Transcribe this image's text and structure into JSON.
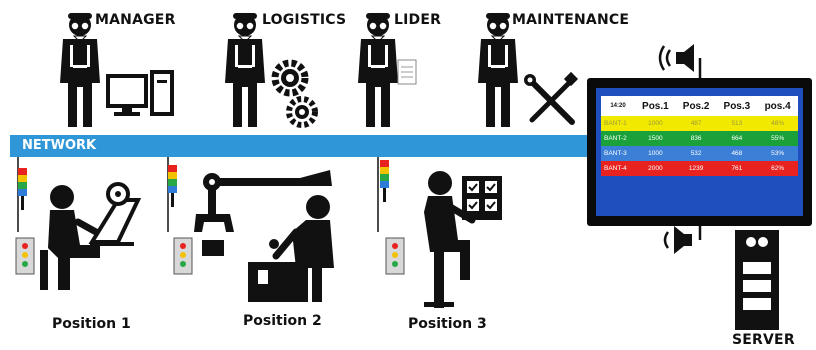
{
  "roles": {
    "manager": "MANAGER",
    "logistics": "LOGISTICS",
    "lider": "LIDER",
    "maintenance": "MAINTENANCE"
  },
  "network_label": "NETWORK",
  "positions": [
    "Position 1",
    "Position 2",
    "Position 3"
  ],
  "server_label": "SERVER",
  "display": {
    "corner": "14:20",
    "headers": [
      "Pos.1",
      "Pos.2",
      "Pos.3",
      "pos.4"
    ],
    "rows": [
      {
        "label": "BANT-1",
        "values": [
          "1000",
          "487",
          "513",
          "48%"
        ],
        "color": "#f2e900",
        "text_color": "#9a9a40"
      },
      {
        "label": "BANT-2",
        "values": [
          "1500",
          "836",
          "664",
          "55%"
        ],
        "color": "#1aa13a",
        "text_color": "#ffffff"
      },
      {
        "label": "BANT-3",
        "values": [
          "1000",
          "532",
          "468",
          "53%"
        ],
        "color": "#3b7fd6",
        "text_color": "#ffffff"
      },
      {
        "label": "BANT-4",
        "values": [
          "2000",
          "1239",
          "761",
          "62%"
        ],
        "color": "#e8231f",
        "text_color": "#ffffff"
      }
    ]
  },
  "colors": {
    "network": "#2f96d8",
    "screen_bg": "#1f4fbf",
    "beacon_red": "#e8231f",
    "beacon_yellow": "#f2c200",
    "beacon_green": "#27a844",
    "beacon_blue": "#2f7bd8"
  },
  "icons": [
    "worker-icon",
    "computer-icon",
    "gear-icon",
    "clipboard-icon",
    "wrench-screwdriver-icon",
    "speaker-icon",
    "signal-tower-icon",
    "robot-arm-icon",
    "server-icon"
  ]
}
